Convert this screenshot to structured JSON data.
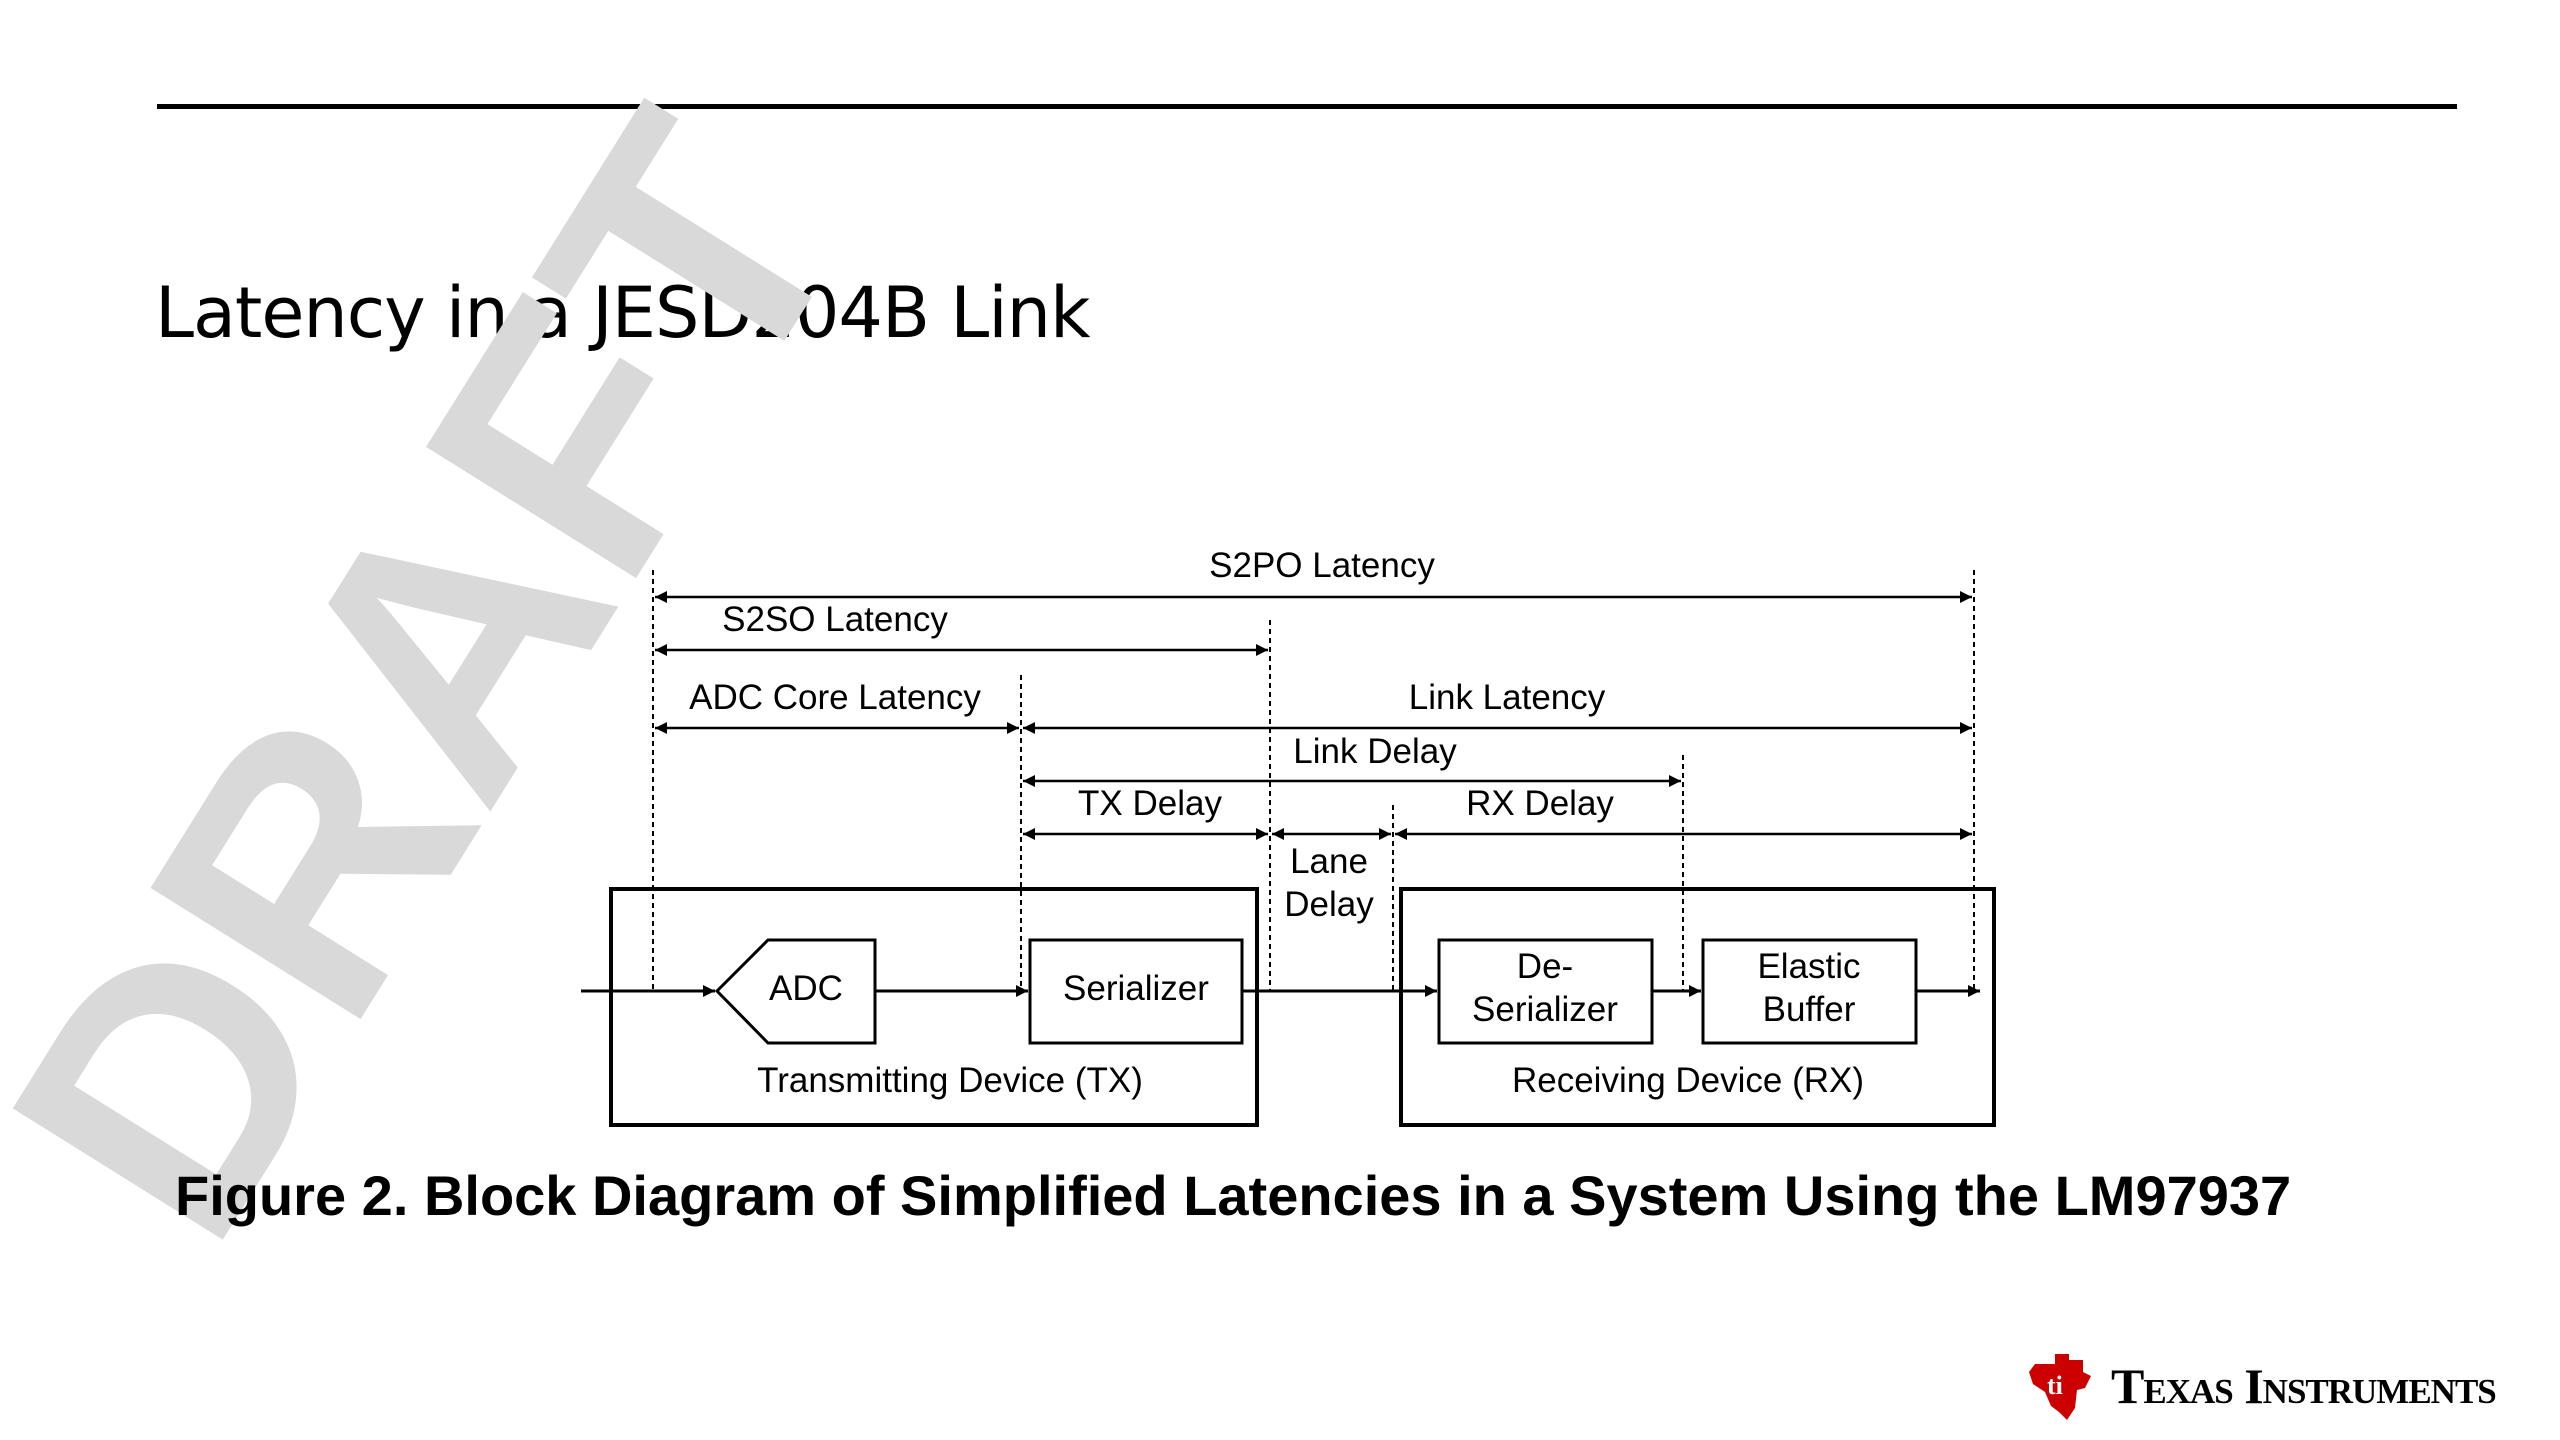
{
  "slide": {
    "title": "Latency in a JESD204B Link",
    "watermark": "DRAFT",
    "watermark_color": "#d9d9d9"
  },
  "diagram": {
    "latencies": {
      "s2po": "S2PO Latency",
      "s2so": "S2SO Latency",
      "adc_core": "ADC Core Latency",
      "link_latency": "Link Latency",
      "link_delay": "Link Delay",
      "tx_delay": "TX Delay",
      "rx_delay": "RX Delay",
      "lane_delay_line1": "Lane",
      "lane_delay_line2": "Delay"
    },
    "blocks": {
      "adc": "ADC",
      "serializer": "Serializer",
      "deserializer_line1": "De-",
      "deserializer_line2": "Serializer",
      "elastic_line1": "Elastic",
      "elastic_line2": "Buffer"
    },
    "devices": {
      "tx": "Transmitting Device (TX)",
      "rx": "Receiving Device (RX)"
    },
    "caption": "Figure 2. Block Diagram of Simplified Latencies in a System Using the LM97937"
  },
  "footer": {
    "logo_text": "Texas Instruments",
    "logo_color": "#cc0000"
  }
}
